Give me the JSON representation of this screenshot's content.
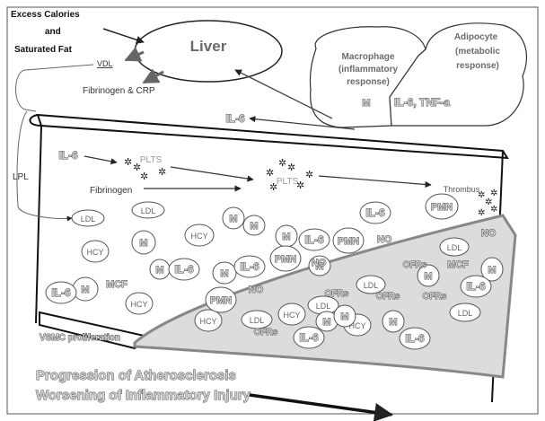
{
  "colors": {
    "line": "#222222",
    "gray_arrow": "#777777",
    "plaque_fill": "#dcdcdc",
    "plaque_edge": "#888888",
    "text_gray": "#6a6a6a"
  },
  "top_left": {
    "line1": "Excess Calories",
    "line2": "and",
    "line3": "Saturated Fat"
  },
  "liver": {
    "label": "Liver"
  },
  "vldl": {
    "label": "VDL"
  },
  "fibrinogen_crp": {
    "label": "Fibrinogen & CRP"
  },
  "macrophage": {
    "line1": "Macrophage",
    "line2": "(inflammatory",
    "line3": "response)",
    "cell": "M"
  },
  "adipocyte": {
    "line1": "Adipocyte",
    "line2": "(metabolic",
    "line3": "response)",
    "cytokines": "IL-6, TNF-a"
  },
  "il6": "IL-6",
  "lpl": "LPL",
  "plts": "PLTS",
  "fibrinogen": "Fibrinogen",
  "thrombus": "Thrombus",
  "ldl": "LDL",
  "hcy": "HCY",
  "m": "M",
  "pmn": "PMN",
  "no": "NO",
  "mcf": "MCF",
  "ofrs": "OFRs",
  "vsmc": "VSMC proliferation",
  "caption": {
    "line1": "Progression of Atherosclerosis",
    "line2": "Worsening of Inflammatory Injury"
  }
}
